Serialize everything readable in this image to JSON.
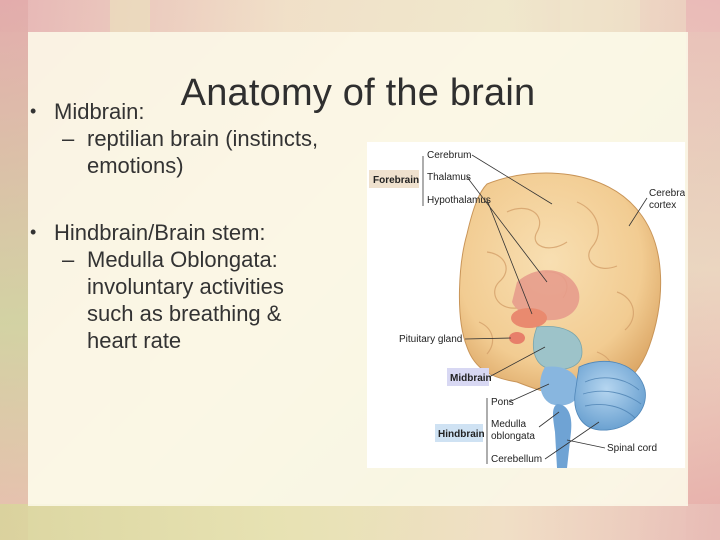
{
  "slide": {
    "title": "Anatomy of the brain",
    "bullets": [
      {
        "text": "Midbrain:",
        "sub": [
          "reptilian brain (instincts,",
          "emotions)"
        ]
      },
      {
        "text": "Hindbrain/Brain stem:",
        "sub": [
          "Medulla Oblongata:",
          "involuntary activities",
          "such as breathing &",
          "heart rate"
        ]
      }
    ]
  },
  "figure": {
    "labels": {
      "forebrain": "Forebrain",
      "cerebrum": "Cerebrum",
      "thalamus": "Thalamus",
      "hypothalamus": "Hypothalamus",
      "cerebral_cortex_1": "Cerebral",
      "cerebral_cortex_2": "cortex",
      "pituitary": "Pituitary gland",
      "midbrain": "Midbrain",
      "pons": "Pons",
      "medulla_1": "Medulla",
      "medulla_2": "oblongata",
      "cerebellum": "Cerebellum",
      "hindbrain": "Hindbrain",
      "spinal_cord": "Spinal cord"
    },
    "colors": {
      "cerebrum": "#f2cc92",
      "thalamus": "#e79c8c",
      "midbrain": "#9dc3c9",
      "hindbrain": "#7fb2dd",
      "forebrain_box": "#efe1ce",
      "midbrain_box": "#d8d8f3",
      "hindbrain_box": "#cfe2f3"
    }
  }
}
